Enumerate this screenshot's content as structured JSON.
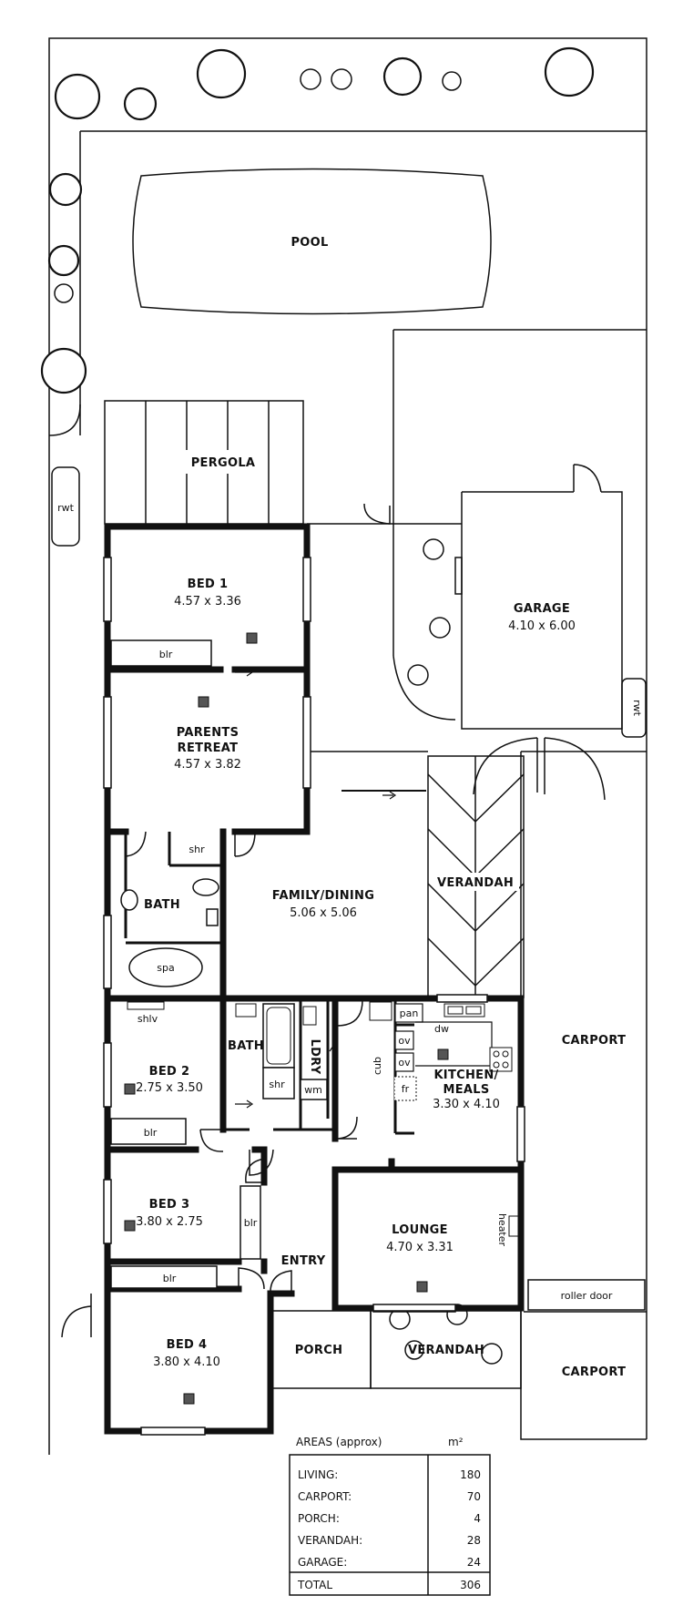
{
  "rooms": {
    "pool": "POOL",
    "pergola": "PERGOLA",
    "bed1": {
      "name": "BED 1",
      "dim": "4.57 x 3.36"
    },
    "parents": {
      "name1": "PARENTS",
      "name2": "RETREAT",
      "dim": "4.57 x 3.82"
    },
    "garage": {
      "name": "GARAGE",
      "dim": "4.10 x 6.00"
    },
    "family": {
      "name": "FAMILY/DINING",
      "dim": "5.06 x 5.06"
    },
    "verandah_side": "VERANDAH",
    "bath1": "BATH",
    "bed2": {
      "name": "BED 2",
      "dim": "2.75 x 3.50"
    },
    "bath2": "BATH",
    "ldry": "LDRY",
    "kitchen": {
      "name1": "KITCHEN/",
      "name2": "MEALS",
      "dim": "3.30 x 4.10"
    },
    "carport1": "CARPORT",
    "bed3": {
      "name": "BED 3",
      "dim": "3.80 x 2.75"
    },
    "entry": "ENTRY",
    "lounge": {
      "name": "LOUNGE",
      "dim": "4.70 x 3.31"
    },
    "bed4": {
      "name": "BED 4",
      "dim": "3.80 x 4.10"
    },
    "porch": "PORCH",
    "verandah_front": "VERANDAH",
    "carport2": "CARPORT",
    "roller_door": "roller door"
  },
  "fixtures": {
    "rwt1": "rwt",
    "rwt2": "rwt",
    "blr1": "blr",
    "shr1": "shr",
    "spa": "spa",
    "shlv": "shlv",
    "shr2": "shr",
    "wm": "wm",
    "cub": "cub",
    "pan": "pan",
    "dw": "dw",
    "ov1": "ov",
    "ov2": "ov",
    "fr": "fr",
    "blr2": "blr",
    "blr3": "blr",
    "blr4": "blr",
    "heater": "heater"
  },
  "areas": {
    "title": "AREAS (approx)",
    "unit": "m²",
    "rows": [
      {
        "label": "LIVING:",
        "value": "180"
      },
      {
        "label": "CARPORT:",
        "value": "70"
      },
      {
        "label": "PORCH:",
        "value": "4"
      },
      {
        "label": "VERANDAH:",
        "value": "28"
      },
      {
        "label": "GARAGE:",
        "value": "24"
      }
    ],
    "total": {
      "label": "TOTAL",
      "value": "306"
    }
  }
}
